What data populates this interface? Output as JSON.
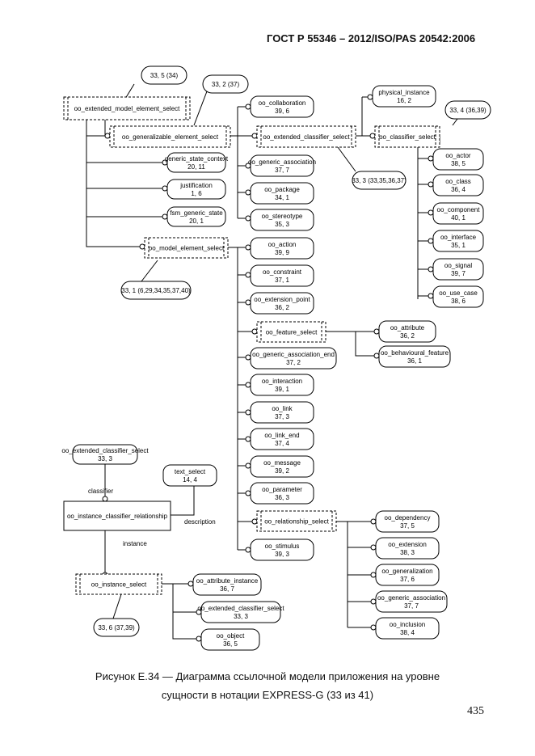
{
  "header": "ГОСТ  Р 55346 – 2012/ISO/PAS 20542:2006",
  "caption": {
    "line1": "Рисунок Е.34 — Диаграмма ссылочной модели приложения на уровне",
    "line2": "сущности в нотации EXPRESS-G (33 из 41)"
  },
  "page_number": "435",
  "nodes": {
    "ref_top": "33, 5 (34)",
    "ref_gen": "33, 2 (37)",
    "ref_cls": "33, 4 (36,39)",
    "ref_ext": "33, 3 (33,35,36,37)",
    "ref_mel": "33, 1 (6,29,34,35,37,40)",
    "ref_inst": "33, 6 (37,39)",
    "ext_model_element_select": "oo_extended_model_element_select",
    "generalizable_element_select": "oo_generalizable_element_select",
    "extended_classifier_select": "oo_extended_classifier_select",
    "classifier_select": "oo_classifier_select",
    "model_element_select": "oo_model_element_select",
    "feature_select": "oo_feature_select",
    "relationship_select": "oo_relationship_select",
    "instance_select": "oo_instance_select",
    "instance_classifier_relationship": "oo_instance_classifier_relationship",
    "collaboration": [
      "oo_collaboration",
      "39, 6"
    ],
    "physical_instance": [
      "physical_instance",
      "16, 2"
    ],
    "generic_state_context": [
      "generic_state_context",
      "20, 11"
    ],
    "justification": [
      "justification",
      "1, 6"
    ],
    "fsm_generic_state": [
      "fsm_generic_state",
      "20, 1"
    ],
    "generic_association_g": [
      "oo_generic_association",
      "37, 7"
    ],
    "package": [
      "oo_package",
      "34, 1"
    ],
    "stereotype": [
      "oo_stereotype",
      "35, 3"
    ],
    "actor": [
      "oo_actor",
      "38, 5"
    ],
    "class": [
      "oo_class",
      "36, 4"
    ],
    "component": [
      "oo_component",
      "40, 1"
    ],
    "interface": [
      "oo_interface",
      "35, 1"
    ],
    "signal": [
      "oo_signal",
      "39, 7"
    ],
    "use_case": [
      "oo_use_case",
      "38, 6"
    ],
    "action": [
      "oo_action",
      "39, 9"
    ],
    "constraint": [
      "oo_constraint",
      "37, 1"
    ],
    "extension_point": [
      "oo_extension_point",
      "36, 2"
    ],
    "attribute": [
      "oo_attribute",
      "36, 2"
    ],
    "behavioural_feature": [
      "oo_behavioural_feature",
      "36, 1"
    ],
    "generic_association_end": [
      "oo_generic_association_end",
      "37, 2"
    ],
    "interaction": [
      "oo_interaction",
      "39, 1"
    ],
    "link": [
      "oo_link",
      "37, 3"
    ],
    "link_end": [
      "oo_link_end",
      "37, 4"
    ],
    "message": [
      "oo_message",
      "39, 2"
    ],
    "parameter": [
      "oo_parameter",
      "36, 3"
    ],
    "stimulus": [
      "oo_stimulus",
      "39, 3"
    ],
    "dependency": [
      "oo_dependency",
      "37, 5"
    ],
    "extension": [
      "oo_extension",
      "38, 3"
    ],
    "generalization": [
      "oo_generalization",
      "37, 6"
    ],
    "generic_association_r": [
      "oo_generic_association",
      "37, 7"
    ],
    "inclusion": [
      "oo_inclusion",
      "38, 4"
    ],
    "ext_classifier_ref": [
      "oo_extended_classifier_select",
      "33, 3"
    ],
    "text_select": [
      "text_select",
      "14, 4"
    ],
    "attribute_instance": [
      "oo_attribute_instance",
      "36, 7"
    ],
    "ext_classifier_ref2": [
      "oo_extended_classifier_select",
      "33, 3"
    ],
    "object": [
      "oo_object",
      "36, 5"
    ]
  },
  "edge_labels": {
    "classifier": "classifier",
    "description": "description",
    "instance": "instance"
  }
}
